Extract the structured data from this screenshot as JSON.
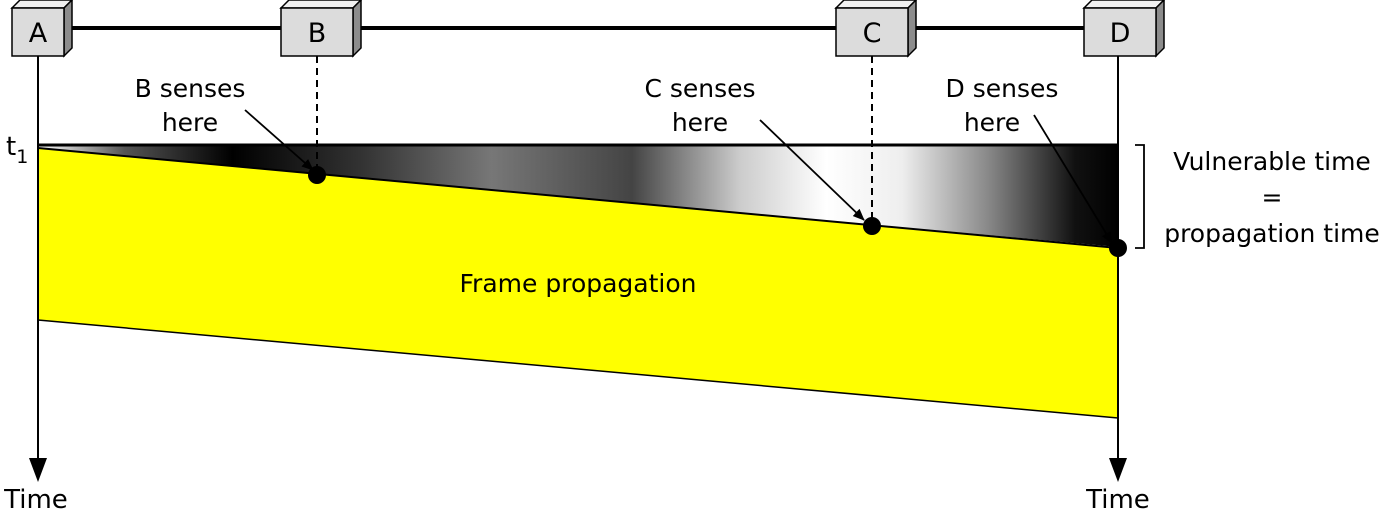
{
  "stations": [
    {
      "id": "A",
      "label": "A"
    },
    {
      "id": "B",
      "label": "B"
    },
    {
      "id": "C",
      "label": "C"
    },
    {
      "id": "D",
      "label": "D"
    }
  ],
  "t1_label": "t",
  "t1_subscript": "1",
  "annotations": {
    "b_senses": [
      "B senses",
      "here"
    ],
    "c_senses": [
      "C senses",
      "here"
    ],
    "d_senses": [
      "D senses",
      "here"
    ]
  },
  "vulnerable": {
    "line1": "Vulnerable time",
    "line2": "=",
    "line3": "propagation time"
  },
  "frame_label": "Frame propagation",
  "time_left": "Time",
  "time_right": "Time",
  "colors": {
    "frame_fill": "#ffff00",
    "box_fill": "#dcdcdc",
    "line": "#000000"
  }
}
